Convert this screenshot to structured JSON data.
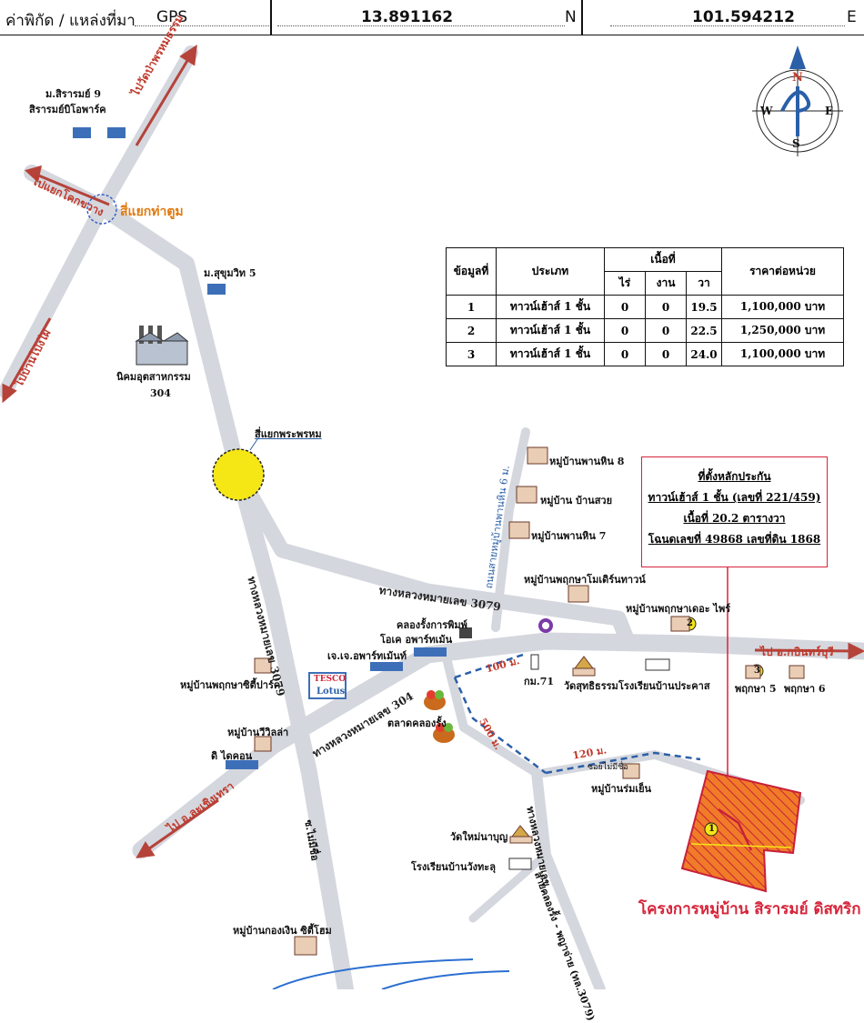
{
  "header": {
    "coord_label": "ค่าพิกัด / แหล่งที่มา",
    "coord_source": "GPS",
    "latitude": "13.891162",
    "lat_suffix": "N",
    "longitude": "101.594212",
    "lon_suffix": "E"
  },
  "compass": {
    "n": "N",
    "s": "S",
    "e": "E",
    "w": "W"
  },
  "places": {
    "siram9": "ม.สิรารมย์ 9",
    "siram_biopark": "สิรารมย์บิโอพาร์ค",
    "sukhumvit5": "ม.สุขุมวิท 5",
    "industrial": "นิคมอุตสาหกรรม",
    "industrial_no": "304",
    "pan_hin8": "หมู่บ้านพานหิน 8",
    "ban_suay": "หมู่บ้าน บ้านสวย",
    "pan_hin7": "หมู่บ้านพานหิน 7",
    "pruksa_modern": "หมู่บ้านพฤกษาโมเดิร์นทาวน์",
    "pruksa_the_price": "หมู่บ้านพฤกษาเดอะ ไพร์",
    "khlong_rung_print": "คลองรั้งการพิมพ์",
    "ok_apartment": "โอเค อพาร์ทเม้น",
    "jj_apartment": "เจ.เจ.อพาร์ทเม้นท์",
    "km71": "กม.71",
    "wat_suthi": "วัดสุทธิธรรม",
    "school_prakat": "โรงเรียนบ้านประคาส",
    "pruksa5": "พฤกษา 5",
    "pruksa6": "พฤกษา 6",
    "pruksa_city_park": "หมู่บ้านพฤกษาซิตี้ปาร์ค",
    "tesco": "TESCO",
    "lotus": "Lotus",
    "wiwilla": "หมู่บ้านวีวิลล่า",
    "dicon": "ดิ ไดคอน",
    "talad_khlong_rung": "ตลาดคลองรั้ง",
    "ban_rom_yen": "หมู่บ้านร่มเย็น",
    "soi_no_name": "ซอยไม่มีชื่อ",
    "wat_mai_nabun": "วัดใหม่นาบุญ",
    "school_wangtakhu": "โรงเรียนบ้านวังทะลุ",
    "kong_ngern": "หมู่บ้านกองเงิน ซิตี้โฮม"
  },
  "junctions": {
    "tha_tum": "สี่แยกท่าตูม",
    "phra_phrom": "สี่แยกพระพรหม"
  },
  "directions": {
    "wat_pa_phrom": "ไปวัดป่าพรหมธรรม",
    "khok_kwang": "ไปแยกโคกขวาง",
    "ban_bo_pai": "ไปบ้านโป่งไผ่",
    "prachinburi": "ไป อ.กบินทร์บุรี",
    "chachoengsao": "ไป อ.ละเชิงเทรา"
  },
  "roads": {
    "hw3079_a": "ทางหลวงหมายเลข 3079",
    "hw3079_b": "ทางหลวงหมายเลข 3079",
    "hw304": "ทางหลวงหมายเลข 304",
    "no_name": "ซ.ไม่มีชื่อ",
    "side_road": "ถนนสายหมู่บ้านพานหิน 6 ม.",
    "khlong_rung_phrayaa": "สายคลองรั้ง - พญาจ่าย (ทล.3079)",
    "khlong_rung_short": "ทางหลวงหมายเลข"
  },
  "distances": {
    "d100": "100 ม.",
    "d500": "500 ม.",
    "d120": "120 ม."
  },
  "markers": {
    "m1": "1",
    "m2": "2",
    "m3": "3"
  },
  "price_table": {
    "h_no": "ข้อมูลที่",
    "h_type": "ประเภท",
    "h_area": "เนื้อที่",
    "h_rai": "ไร่",
    "h_ngan": "งาน",
    "h_wa": "วา",
    "h_price": "ราคาต่อหน่วย",
    "rows": [
      {
        "no": "1",
        "type": "ทาวน์เฮ้าส์ 1 ชั้น",
        "rai": "0",
        "ngan": "0",
        "wa": "19.5",
        "price": "1,100,000 บาท"
      },
      {
        "no": "2",
        "type": "ทาวน์เฮ้าส์ 1 ชั้น",
        "rai": "0",
        "ngan": "0",
        "wa": "22.5",
        "price": "1,250,000 บาท"
      },
      {
        "no": "3",
        "type": "ทาวน์เฮ้าส์ 1 ชั้น",
        "rai": "0",
        "ngan": "0",
        "wa": "24.0",
        "price": "1,100,000 บาท"
      }
    ]
  },
  "collateral": {
    "title": "ที่ตั้งหลักประกัน",
    "line1": "ทาวน์เฮ้าส์ 1 ชั้น (เลขที่ 221/459)",
    "line2": "เนื้อที่ 20.2 ตารางวา",
    "line3": "โฉนดเลขที่ 49868 เลขที่ดิน 1868"
  },
  "project": "โครงการหมู่บ้าน สิรารมย์ ดิสทริก",
  "colors": {
    "road": "#d5d7de",
    "arrow": "#b5433a",
    "red": "#d6243a",
    "blue": "#2b5fa8",
    "yellow": "#f5e616"
  }
}
